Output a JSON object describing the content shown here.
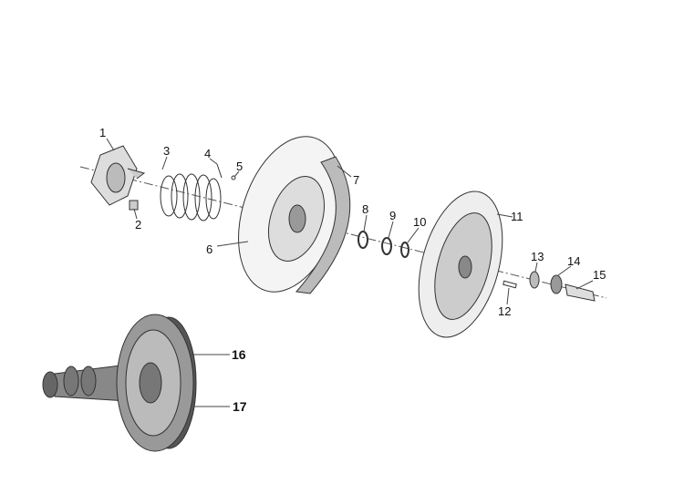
{
  "diagram": {
    "type": "exploded-parts-view",
    "callouts": [
      "1",
      "2",
      "3",
      "4",
      "5",
      "6",
      "7",
      "8",
      "9",
      "10",
      "11",
      "12",
      "13",
      "14",
      "15",
      "16",
      "17"
    ]
  }
}
